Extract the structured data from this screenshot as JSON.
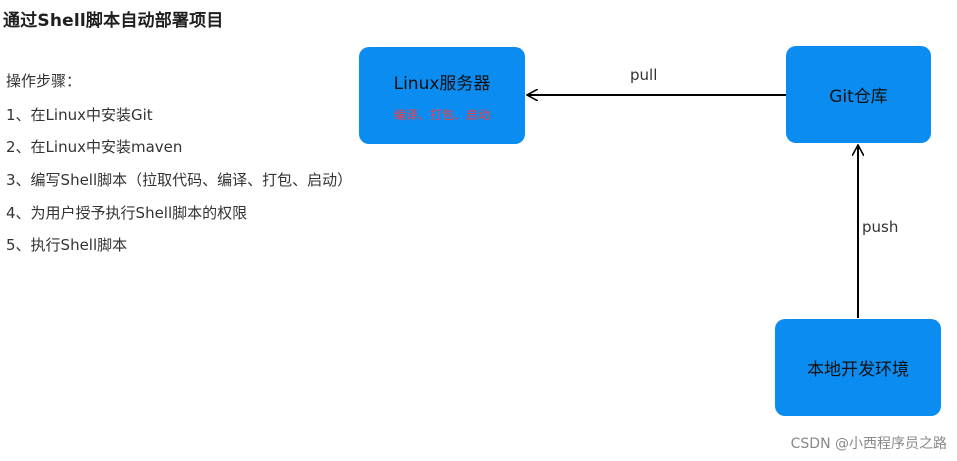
{
  "title": "通过Shell脚本自动部署项目",
  "steps": {
    "heading": "操作步骤：",
    "items": [
      "1、在Linux中安装Git",
      "2、在Linux中安装maven",
      "3、编写Shell脚本（拉取代码、编译、打包、启动）",
      "4、为用户授予执行Shell脚本的权限",
      "5、执行Shell脚本"
    ]
  },
  "diagram": {
    "linux_server": {
      "label": "Linux服务器",
      "sublabel": "编译、打包、启动"
    },
    "git_repo": {
      "label": "Git仓库"
    },
    "local_env": {
      "label": "本地开发环境"
    },
    "edges": {
      "pull": "pull",
      "push": "push"
    },
    "colors": {
      "box_fill": "#0a8cf0",
      "sublabel": "#ff3b3b",
      "arrow": "#000000"
    }
  },
  "watermark": "CSDN @小西程序员之路"
}
